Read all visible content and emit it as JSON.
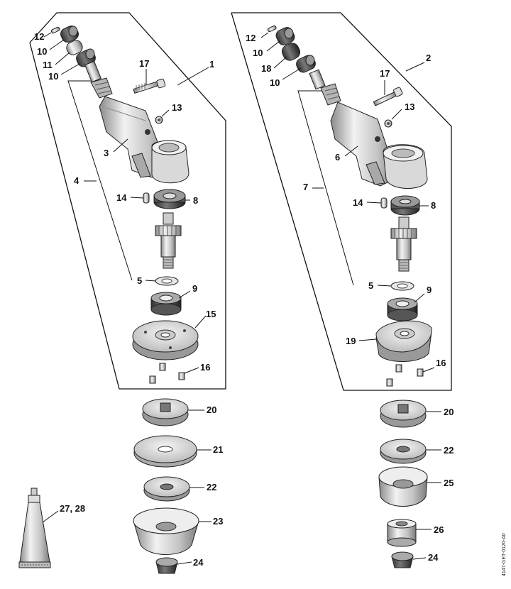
{
  "figure_code": "4147-GET-0120-A0",
  "labels": {
    "l12a": "12",
    "l10a": "10",
    "l11": "11",
    "l10b": "10",
    "l17a": "17",
    "l1": "1",
    "l13a": "13",
    "l3": "3",
    "l4": "4",
    "l14a": "14",
    "l8a": "8",
    "l5a": "5",
    "l9a": "9",
    "l15": "15",
    "l16a": "16",
    "l20a": "20",
    "l21": "21",
    "l22a": "22",
    "l23": "23",
    "l24a": "24",
    "l2728": "27, 28",
    "l12b": "12",
    "l10c": "10",
    "l18": "18",
    "l10d": "10",
    "l17b": "17",
    "l2": "2",
    "l13b": "13",
    "l6": "6",
    "l7": "7",
    "l14b": "14",
    "l8b": "8",
    "l5b": "5",
    "l9b": "9",
    "l19": "19",
    "l16b": "16",
    "l20b": "20",
    "l22b": "22",
    "l25": "25",
    "l26": "26",
    "l24b": "24"
  }
}
